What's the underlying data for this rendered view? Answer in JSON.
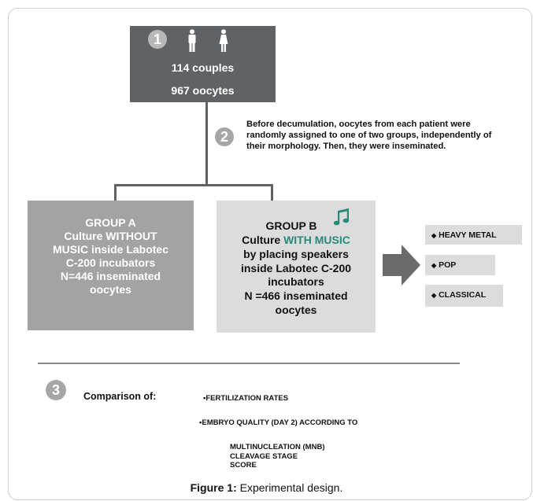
{
  "step_numbers": {
    "one": "1",
    "two": "2",
    "three": "3"
  },
  "top_box": {
    "couples": "114 couples",
    "oocytes": "967 oocytes"
  },
  "step2_text": "Before decumulation, oocytes from each patient were randomly assigned to one of two groups, independently of their morphology. Then, they were inseminated.",
  "group_a": {
    "lines": [
      "GROUP A",
      "Culture WITHOUT",
      "MUSIC inside Labotec",
      "C-200 incubators",
      "N=446 inseminated",
      "oocytes"
    ]
  },
  "group_b": {
    "title": "GROUP B",
    "culture_prefix": "Culture ",
    "culture_highlight": "WITH MUSIC",
    "lines": [
      "by placing speakers",
      "inside Labotec C-200",
      "incubators",
      "N =466 inseminated",
      "oocytes"
    ]
  },
  "genres": [
    "HEAVY METAL",
    "POP",
    "CLASSICAL"
  ],
  "genre_bullet": "◆",
  "comparison": {
    "label": "Comparison of:",
    "bullet": "▪",
    "item1": "FERTILIZATION RATES",
    "item2": "EMBRYO QUALITY (DAY 2) ACCORDING TO",
    "sub_items": [
      "MULTINUCLEATION (MNB)",
      "CLEAVAGE STAGE",
      "SCORE"
    ]
  },
  "caption": {
    "label": "Figure 1:",
    "text": " Experimental design."
  },
  "colors": {
    "dark_box": "#5f6366",
    "group_a": "#a3a3a3",
    "group_b": "#dcdcdc",
    "music_teal": "#2a8a7a"
  }
}
